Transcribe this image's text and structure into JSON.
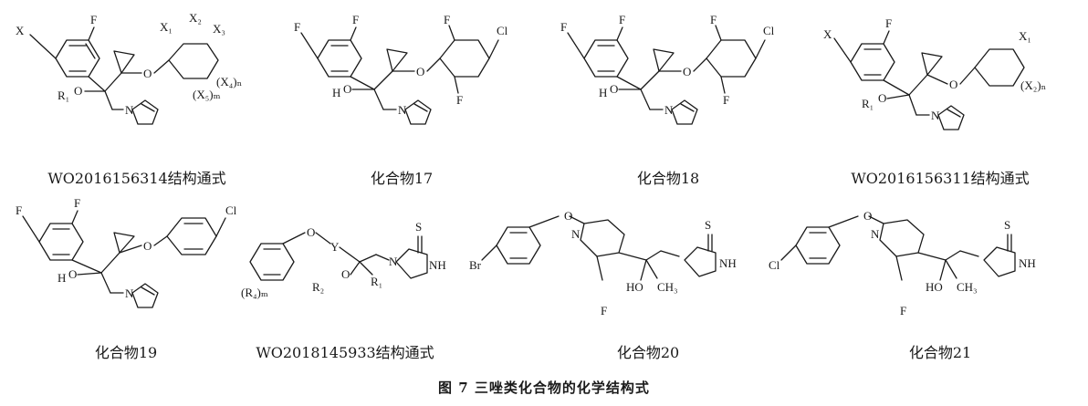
{
  "figure": {
    "title": "图 7   三唑类化合物的化学结构式",
    "structures": [
      {
        "caption": "WO2016156314结构通式",
        "labels": {
          "x": "X",
          "f": "F",
          "x1": "X₁",
          "x2": "X₂",
          "x3": "X₃",
          "x4": "(X₄)ₙ",
          "x5": "(X₅)ₘ",
          "o1": "O",
          "r1o": "R₁",
          "o2": "O",
          "n": "N"
        }
      },
      {
        "caption": "化合物17",
        "labels": {
          "f1": "F",
          "f2": "F",
          "f3": "F",
          "cl": "Cl",
          "f4": "F",
          "o": "O",
          "ho": "H",
          "o2": "O",
          "n": "N"
        }
      },
      {
        "caption": "化合物18",
        "labels": {
          "f1": "F",
          "f2": "F",
          "f3": "F",
          "cl": "Cl",
          "f4": "F",
          "o": "O",
          "ho": "H",
          "o2": "O",
          "n": "N"
        }
      },
      {
        "caption": "WO2016156311结构通式",
        "labels": {
          "x": "X",
          "f": "F",
          "x1": "X₁",
          "x2": "(X₂)ₙ",
          "o1": "O",
          "r1o": "R₁",
          "o2": "O",
          "n": "N"
        }
      },
      {
        "caption": "化合物19",
        "labels": {
          "f1": "F",
          "f2": "F",
          "cl": "Cl",
          "o": "O",
          "ho": "H",
          "o2": "O",
          "n": "N"
        }
      },
      {
        "caption": "WO2018145933结构通式",
        "labels": {
          "o1": "O",
          "y": "Y",
          "s": "S",
          "r4": "(R₄)ₘ",
          "r2": "R₂",
          "o2": "O",
          "r1": "R₁",
          "n": "N",
          "nh": "NH"
        }
      },
      {
        "caption": "化合物20",
        "labels": {
          "o": "O",
          "br": "Br",
          "n": "N",
          "s": "S",
          "nh": "NH",
          "oh": "HO",
          "ch3": "CH₃",
          "f": "F"
        }
      },
      {
        "caption": "化合物21",
        "labels": {
          "o": "O",
          "cl": "Cl",
          "n": "N",
          "s": "S",
          "nh": "NH",
          "oh": "HO",
          "ch3": "CH₃",
          "f": "F"
        }
      }
    ]
  }
}
